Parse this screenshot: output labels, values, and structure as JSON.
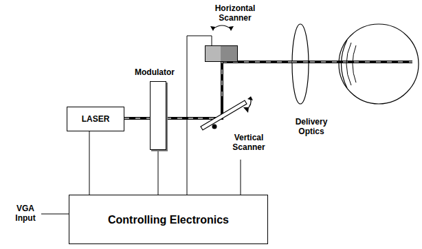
{
  "diagram": {
    "nodes": [
      {
        "text": [
          "LASER"
        ]
      },
      {
        "text": [
          "Modulator"
        ]
      },
      {
        "text": [
          "Horizontal Scanner"
        ]
      },
      {
        "text": [
          "Vertical Scanner"
        ]
      },
      {
        "text": [
          "Controlling Electronics"
        ]
      }
    ],
    "edges": [
      {
        "from": 0,
        "to": 1,
        "arrow": "none"
      },
      {
        "from": 1,
        "to": 3,
        "arrow": "none"
      },
      {
        "from": 3,
        "to": 2,
        "arrow": "none"
      },
      {
        "from": 4,
        "to": 0,
        "arrow": "none"
      },
      {
        "from": 4,
        "to": 1,
        "arrow": "none"
      },
      {
        "from": 4,
        "to": 2,
        "arrow": "none"
      },
      {
        "from": 4,
        "to": 3,
        "arrow": "none"
      }
    ],
    "labels": [
      "Delivery Optics",
      "VGA Input"
    ]
  }
}
